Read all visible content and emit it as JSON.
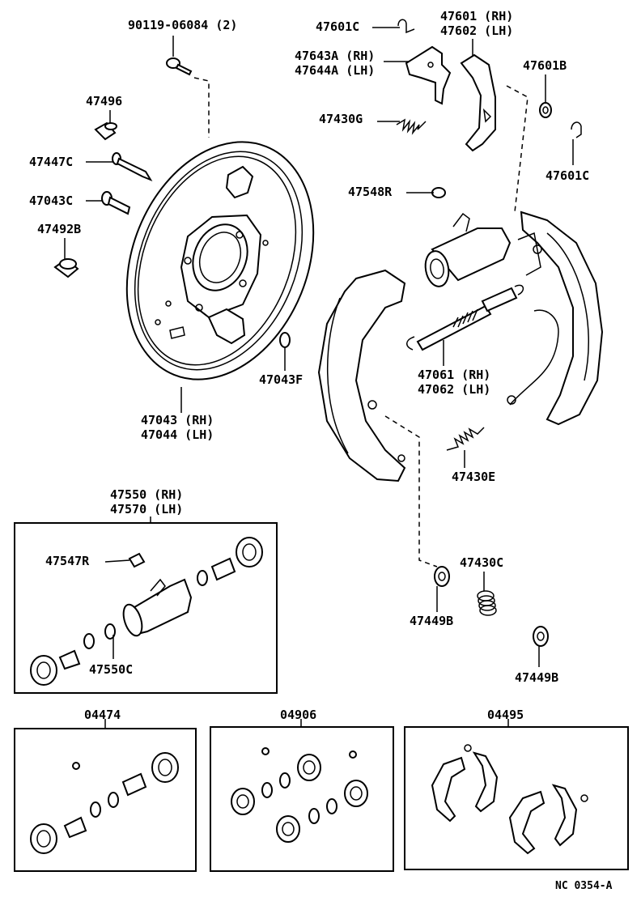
{
  "labels": {
    "bolt_90119": "90119-06084 (2)",
    "p47496": "47496",
    "p47447C": "47447C",
    "p47043C": "47043C",
    "p47492B": "47492B",
    "plate_rh": "47043 (RH)",
    "plate_lh": "47044 (LH)",
    "p47043F": "47043F",
    "p47601C_top": "47601C",
    "lever_rh": "47601 (RH)",
    "lever_lh": "47602 (LH)",
    "strut_rh": "47643A (RH)",
    "strut_lh": "47644A (LH)",
    "p47601B": "47601B",
    "p47430G": "47430G",
    "p47601C_right": "47601C",
    "p47548R": "47548R",
    "adjuster_rh": "47061 (RH)",
    "adjuster_lh": "47062 (LH)",
    "p47430E": "47430E",
    "cyl_rh": "47550 (RH)",
    "cyl_lh": "47570 (LH)",
    "p47547R": "47547R",
    "p47550C": "47550C",
    "p47430C": "47430C",
    "p47449B_a": "47449B",
    "p47449B_b": "47449B",
    "kit_04474": "04474",
    "kit_04906": "04906",
    "kit_04495": "04495",
    "ref_code": "NC 0354-A"
  }
}
